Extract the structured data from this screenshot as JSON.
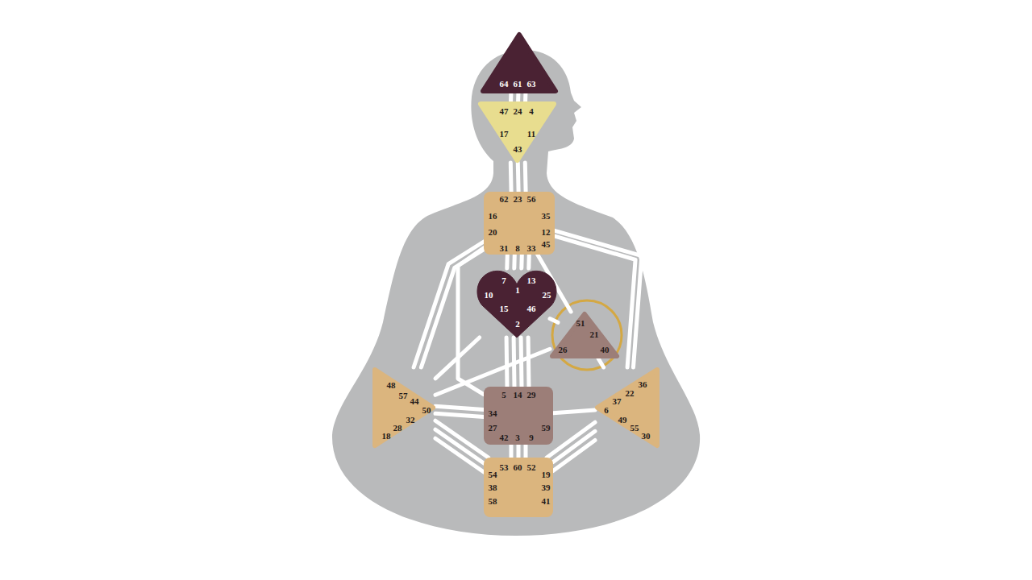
{
  "diagram": {
    "nodes": [
      {
        "text": [
          "64",
          "61",
          "63"
        ]
      },
      {
        "text": [
          "47",
          "24",
          "4",
          "17",
          "11",
          "43"
        ]
      },
      {
        "text": [
          "62",
          "23",
          "56",
          "16",
          "35",
          "20",
          "12",
          "45",
          "31",
          "8",
          "33"
        ]
      },
      {
        "text": [
          "7",
          "13",
          "1",
          "10",
          "25",
          "15",
          "46",
          "2"
        ]
      },
      {
        "text": [
          "51",
          "21",
          "26",
          "40"
        ]
      },
      {
        "text": [
          "48",
          "57",
          "44",
          "50",
          "32",
          "28",
          "18"
        ]
      },
      {
        "text": [
          "5",
          "14",
          "29",
          "34",
          "27",
          "59",
          "42",
          "3",
          "9"
        ]
      },
      {
        "text": [
          "36",
          "22",
          "37",
          "6",
          "49",
          "55",
          "30"
        ]
      },
      {
        "text": [
          "53",
          "60",
          "52",
          "54",
          "19",
          "38",
          "39",
          "58",
          "41"
        ]
      }
    ],
    "edges": [
      {
        "from": 0,
        "to": 1,
        "arrow": "none"
      },
      {
        "from": 0,
        "to": 1,
        "arrow": "none"
      },
      {
        "from": 0,
        "to": 1,
        "arrow": "none"
      },
      {
        "from": 1,
        "to": 2,
        "arrow": "none"
      },
      {
        "from": 1,
        "to": 2,
        "arrow": "none"
      },
      {
        "from": 1,
        "to": 2,
        "arrow": "none"
      },
      {
        "from": 2,
        "to": 3,
        "arrow": "none"
      },
      {
        "from": 2,
        "to": 3,
        "arrow": "none"
      },
      {
        "from": 2,
        "to": 3,
        "arrow": "none"
      },
      {
        "from": 2,
        "to": 4,
        "arrow": "none"
      },
      {
        "from": 2,
        "to": 6,
        "arrow": "none"
      },
      {
        "from": 2,
        "to": 5,
        "arrow": "none"
      },
      {
        "from": 2,
        "to": 5,
        "arrow": "none"
      },
      {
        "from": 2,
        "to": 7,
        "arrow": "none"
      },
      {
        "from": 2,
        "to": 7,
        "arrow": "none"
      },
      {
        "from": 3,
        "to": 6,
        "arrow": "none"
      },
      {
        "from": 3,
        "to": 6,
        "arrow": "none"
      },
      {
        "from": 3,
        "to": 6,
        "arrow": "none"
      },
      {
        "from": 3,
        "to": 5,
        "arrow": "none"
      },
      {
        "from": 3,
        "to": 4,
        "arrow": "none"
      },
      {
        "from": 3,
        "to": 2,
        "arrow": "none"
      },
      {
        "from": 3,
        "to": 6,
        "arrow": "none"
      },
      {
        "from": 4,
        "to": 5,
        "arrow": "none"
      },
      {
        "from": 4,
        "to": 7,
        "arrow": "none"
      },
      {
        "from": 6,
        "to": 5,
        "arrow": "none"
      },
      {
        "from": 6,
        "to": 5,
        "arrow": "none"
      },
      {
        "from": 6,
        "to": 7,
        "arrow": "none"
      },
      {
        "from": 6,
        "to": 8,
        "arrow": "none"
      },
      {
        "from": 6,
        "to": 8,
        "arrow": "none"
      },
      {
        "from": 6,
        "to": 8,
        "arrow": "none"
      },
      {
        "from": 5,
        "to": 8,
        "arrow": "none"
      },
      {
        "from": 5,
        "to": 8,
        "arrow": "none"
      },
      {
        "from": 5,
        "to": 8,
        "arrow": "none"
      },
      {
        "from": 7,
        "to": 8,
        "arrow": "none"
      },
      {
        "from": 7,
        "to": 8,
        "arrow": "none"
      },
      {
        "from": 7,
        "to": 8,
        "arrow": "none"
      }
    ]
  }
}
